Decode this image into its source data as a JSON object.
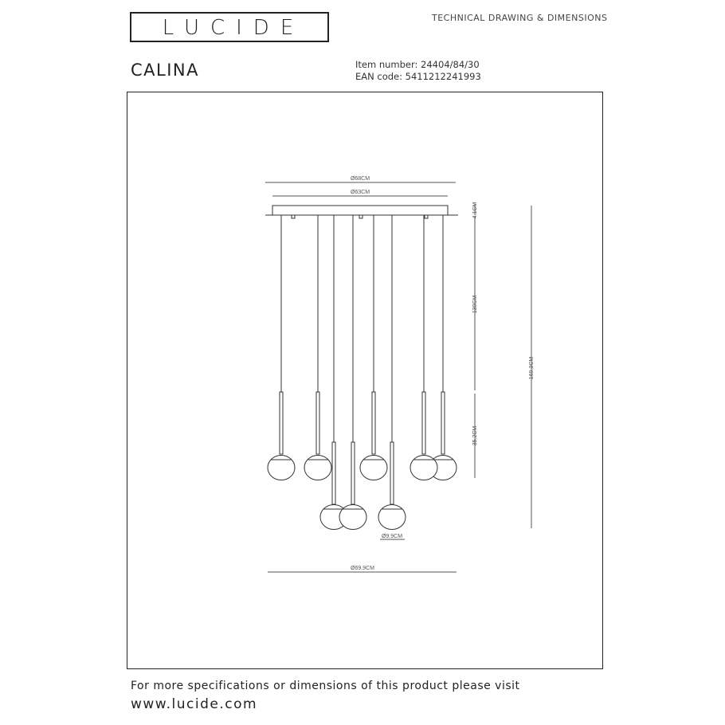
{
  "brand": {
    "logo_text": "LUCIDE"
  },
  "header": {
    "doc_type": "TECHNICAL DRAWING & DIMENSIONS",
    "product_name": "CALINA"
  },
  "meta": {
    "item_number_label": "Item number:",
    "item_number": "24404/84/30",
    "ean_label": "EAN code:",
    "ean": "5411212241993"
  },
  "dimensions": {
    "canopy_outer": "Ø68CM",
    "canopy_inner": "Ø63CM",
    "canopy_height": "4.1CM",
    "cable_length": "130CM",
    "pendant_height": "35.2CM",
    "total_height": "169.3CM",
    "globe_diameter": "Ø9.9CM",
    "total_width": "Ø69.9CM"
  },
  "footer": {
    "line1": "For more specifications or dimensions of this product please visit",
    "url": "www.lucide.com"
  }
}
